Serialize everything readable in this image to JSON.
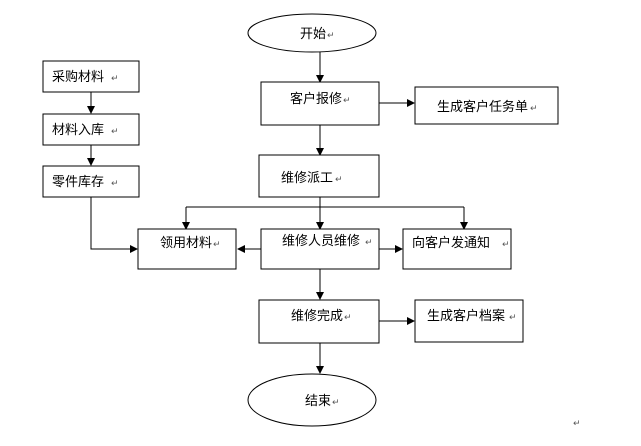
{
  "nodes": {
    "start": "开始",
    "customer_report": "客户报修",
    "create_task": "生成客户任务单",
    "dispatch": "维修派工",
    "technician_repair": "维修人员维修",
    "notify_customer": "向客户发通知",
    "requisition": "领用材料",
    "complete": "维修完成",
    "create_archive": "生成客户档案",
    "end": "结束",
    "purchase": "采购材料",
    "stock_in": "材料入库",
    "parts_stock": "零件库存"
  },
  "marks": {
    "return_mark": "↵",
    "page_return_mark": "↵"
  }
}
